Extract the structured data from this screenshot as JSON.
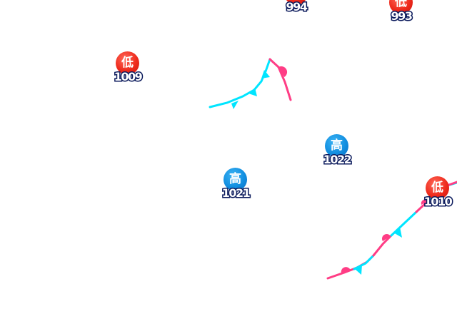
{
  "pressure_systems": [
    {
      "id": "low-994",
      "kind": "low",
      "label": "低",
      "pressure": "994"
    },
    {
      "id": "low-993",
      "kind": "low",
      "label": "低",
      "pressure": "993"
    },
    {
      "id": "low-1009",
      "kind": "low",
      "label": "低",
      "pressure": "1009"
    },
    {
      "id": "high-1022",
      "kind": "high",
      "label": "高",
      "pressure": "1022"
    },
    {
      "id": "high-1021",
      "kind": "high",
      "label": "高",
      "pressure": "1021"
    },
    {
      "id": "low-1010",
      "kind": "low",
      "label": "低",
      "pressure": "1010"
    }
  ],
  "colors": {
    "cold_front": "#00e5ff",
    "warm_front": "#ff3d85",
    "low_center": "#ee2a1c",
    "high_center": "#128ee0",
    "pressure_outline": "#0b1a5c"
  },
  "fronts": [
    {
      "id": "northern-cold-front",
      "type": "cold"
    },
    {
      "id": "northern-warm-front",
      "type": "warm"
    },
    {
      "id": "southeastern-front",
      "type": "occluded"
    }
  ]
}
